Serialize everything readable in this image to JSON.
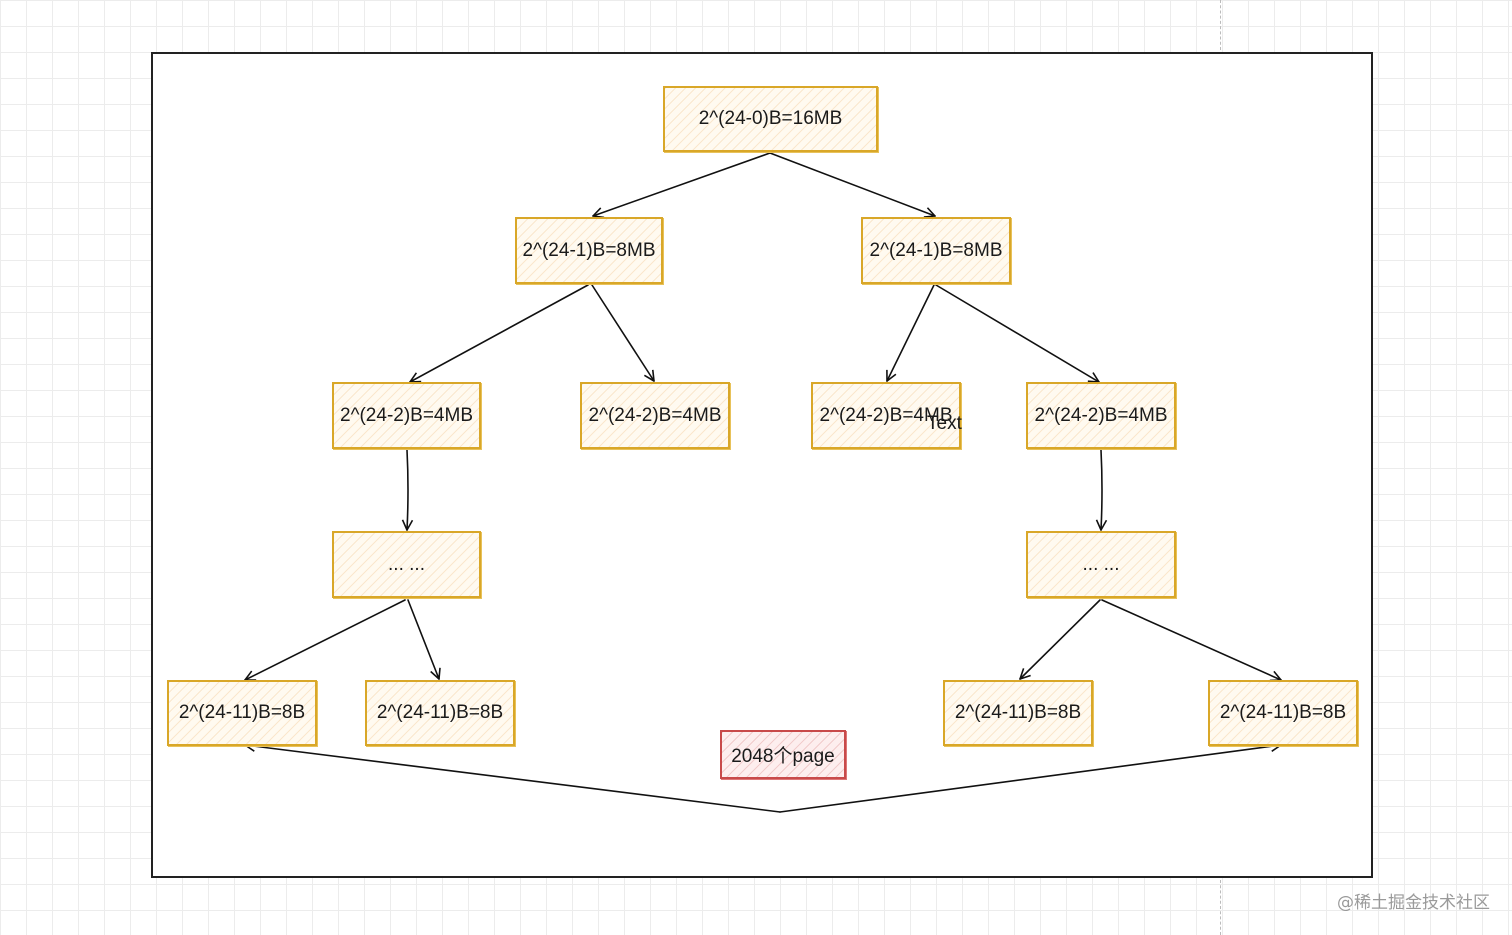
{
  "diagram": {
    "root": "2^(24-0)B=16MB",
    "level1": {
      "left": "2^(24-1)B=8MB",
      "right": "2^(24-1)B=8MB"
    },
    "level2": {
      "a": "2^(24-2)B=4MB",
      "b": "2^(24-2)B=4MB",
      "c": "2^(24-2)B=4MB",
      "d": "2^(24-2)B=4MB"
    },
    "ellipsis": {
      "left": "... ...",
      "right": "... ..."
    },
    "leaves": {
      "a": "2^(24-11)B=8B",
      "b": "2^(24-11)B=8B",
      "c": "2^(24-11)B=8B",
      "d": "2^(24-11)B=8B"
    },
    "page_count_label": "2048个page",
    "stray_text": "Text"
  },
  "watermark": "@稀土掘金技术社区",
  "colors": {
    "node_border": "#d9a728",
    "node_fill": "#fffaf0",
    "highlight_border": "#c84a4a",
    "arrow": "#111111"
  }
}
